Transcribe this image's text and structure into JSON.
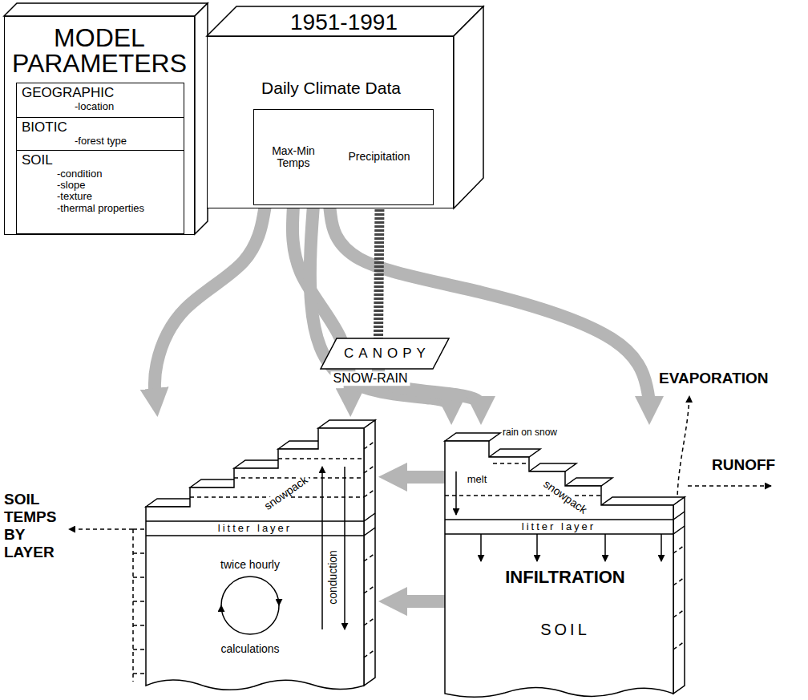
{
  "diagram": {
    "nodes": [
      {
        "text": [
          "MODEL PARAMETERS"
        ]
      },
      {
        "text": [
          "GEOGRAPHIC",
          "-location"
        ],
        "in": 0
      },
      {
        "text": [
          "BIOTIC",
          "-forest type"
        ],
        "in": 0
      },
      {
        "text": [
          "SOIL",
          "-condition",
          "-slope",
          "-texture",
          "-thermal properties"
        ],
        "in": 0
      },
      {
        "text": [
          "1951-1991",
          "Daily Climate Data"
        ]
      },
      {
        "text": [
          "Max-Min Temps"
        ],
        "in": 4
      },
      {
        "text": [
          "Precipitation"
        ],
        "in": 4
      },
      {
        "text": [
          "CANOPY"
        ]
      },
      {
        "text": [
          "snowpack",
          "conduction",
          "litter layer",
          "twice hourly",
          "calculations"
        ]
      },
      {
        "text": [
          "rain on snow",
          "snowpack",
          "melt",
          "litter layer",
          "INFILTRATION",
          "SOIL"
        ]
      }
    ],
    "edges": [
      {
        "from": 5,
        "to": 8,
        "arrow": "to"
      },
      {
        "from": 5,
        "to": 8,
        "arrow": "to"
      },
      {
        "from": 5,
        "to": 9,
        "arrow": "to"
      },
      {
        "from": 5,
        "to": 9,
        "arrow": "to"
      },
      {
        "from": 6,
        "to": 7,
        "arrow": "none"
      },
      {
        "from": 7,
        "to": 9,
        "arrow": "to"
      },
      {
        "from": 9,
        "to": 8,
        "arrow": "to"
      },
      {
        "from": 9,
        "to": 8,
        "arrow": "to"
      }
    ],
    "labels": [
      "SNOW-RAIN",
      "EVAPORATION",
      "RUNOFF",
      "SOIL TEMPS BY LAYER"
    ]
  }
}
